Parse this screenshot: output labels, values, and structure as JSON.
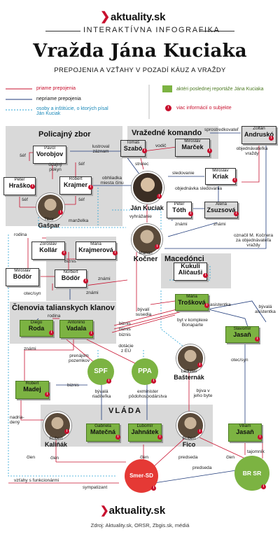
{
  "header": {
    "logo": "aktuality.sk",
    "subheading": "INTERAKTÍVNA INFOGRAFIKA",
    "title": "Vražda Jána Kuciaka",
    "description": "PREPOJENIA A VZŤAHY V POZADÍ KÁUZ A VRAŽDY"
  },
  "legend": {
    "direct": "priame prepojenia",
    "indirect": "nepriame prepojenia",
    "written": "osoby a inštitúcie, o ktorých písal Ján Kuciak",
    "green": "aktéri poslednej reportáže Jána Kuciaka",
    "info": "viac informácií o subjekte"
  },
  "regions": {
    "police": "Policajný zbor",
    "commando": "Vražedné komando",
    "macedonians": "Macedónci",
    "clans": "Členovia talianskych klanov",
    "government": "VLÁDA"
  },
  "people": {
    "vorobjov": {
      "fn": "Pavol",
      "ln": "Vorobjov"
    },
    "hrasko": {
      "fn": "Peter",
      "ln": "Hraško"
    },
    "krajmer": {
      "fn": "Róbert",
      "ln": "Krajmer"
    },
    "gaspar": {
      "fn": "Tibor",
      "ln": "Gašpar"
    },
    "szabo": {
      "fn": "Tomáš",
      "ln": "Szabó"
    },
    "marcek": {
      "fn": "Miroslav",
      "ln": "Marček"
    },
    "andrusko": {
      "fn": "Zoltán",
      "ln": "Andruskó"
    },
    "kuciak": {
      "fn": "Ján",
      "ln": "Kuciak"
    },
    "kriak": {
      "fn": "Miroslav",
      "ln": "Kriak"
    },
    "toth": {
      "fn": "Peter",
      "ln": "Tóth"
    },
    "zsuzsova": {
      "fn": "Alena",
      "ln": "Zsuzsová"
    },
    "kollar": {
      "fn": "Zoroslav",
      "ln": "Kollár"
    },
    "krajmerova": {
      "fn": "Mária",
      "ln": "Krajmerová"
    },
    "kocner": {
      "fn": "Marian",
      "ln": "Kočner"
    },
    "bodor_m": {
      "fn": "Miroslav",
      "ln": "Bödör"
    },
    "bodor_n": {
      "fn": "Norbert",
      "ln": "Bödör"
    },
    "kukuli": {
      "fn": "",
      "ln": "Kukuli"
    },
    "alicausi": {
      "fn": "",
      "ln": "Aličauši"
    },
    "troskova": {
      "fn": "Mária",
      "ln": "Trošková"
    },
    "roda": {
      "fn": "Diego",
      "ln": "Roda"
    },
    "vadala": {
      "fn": "Antonino",
      "ln": "Vadala"
    },
    "jasan_s": {
      "fn": "Slavomír",
      "ln": "Jasaň"
    },
    "basternak": {
      "fn": "Ladislav",
      "ln": "Bašternák"
    },
    "madej": {
      "fn": "Robert",
      "ln": "Madej"
    },
    "kalinak": {
      "fn": "Robert",
      "ln": "Kaliňák"
    },
    "matecna": {
      "fn": "Gabriela",
      "ln": "Matečná"
    },
    "jahnatek": {
      "fn": "Ľubomír",
      "ln": "Jahnátek"
    },
    "fico": {
      "fn": "Robert",
      "ln": "Fico"
    },
    "jasan_v": {
      "fn": "Viliam",
      "ln": "Jasaň"
    }
  },
  "orgs": {
    "spf": "SPF",
    "ppa": "PPA",
    "smer": "Smer-SD",
    "brsr": "BR SR"
  },
  "relations": {
    "sef1": "šéf",
    "sef2": "šéf",
    "sef3": "šéf",
    "udajny_pokyn": "údajný pokyn",
    "lustroval": "lustroval záznam",
    "obhliadka": "obhliadka miesta činu",
    "manzelka": "manželka",
    "sprostredkovatel": "sprostredkovateľ",
    "vodic": "vodič",
    "strelec": "strelec",
    "objednavatelka": "objednávateľka vraždy",
    "sledovanie": "sledovanie",
    "objednavka": "objednávka sledovania",
    "vyhrazanie": "vyhrážanie",
    "znami1": "známi",
    "znami2": "známi",
    "oznacil": "označil M. Kočnera za objednávateľa vraždy",
    "rodina1": "rodina",
    "biznis1": "biznis",
    "znami3": "známi",
    "otec_syn1": "otec/syn",
    "znami4": "známi",
    "byvali_susedia": "bývalí susedia",
    "byt_bonaparte": "byt v komplexe Bonaparte",
    "asistentka": "asistentka",
    "byvala_asistentka": "bývalá asistentka",
    "rodina2": "rodina",
    "biznis2": "biznis",
    "biznis3": "biznis",
    "biznis4": "biznis",
    "otec_syn2": "otec/syn",
    "znami5": "známi",
    "dotacie": "dotácie z EÚ",
    "prenajom": "prenájom pozemkov",
    "biznis5": "biznis",
    "byvala_riaditelka": "bývalá riaditeľka",
    "exminister": "exminister pôdohospodárstva",
    "byva": "býva v jeho byte",
    "nadriadeny": "nadria- dený",
    "clen1": "člen",
    "clen2": "člen",
    "clen3": "člen",
    "clen4": "člen",
    "predseda1": "predseda",
    "predseda2": "predseda",
    "tajomnik": "tajomník",
    "vztahy": "vzťahy s funkcionármi",
    "sympatizant": "sympatizant"
  },
  "footer": {
    "logo": "aktuality.sk",
    "source": "Zdroj: Aktuality.sk, ORSR, Zbgis.sk, médiá"
  },
  "colors": {
    "direct": "#c8102e",
    "indirect": "#1f3a7a",
    "written": "#29a3d6",
    "green": "#7cb342",
    "region": "#d9d9d9"
  }
}
